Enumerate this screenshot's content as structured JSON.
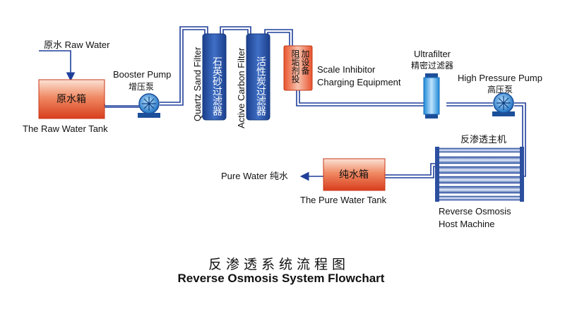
{
  "diagram": {
    "raw_water_input": "原水 Raw Water",
    "raw_tank": {
      "label": "原水箱",
      "caption": "The Raw Water Tank"
    },
    "booster_pump": {
      "label_en": "Booster Pump",
      "label_cn": "增压泵"
    },
    "quartz_filter": {
      "label_en": "Quartz Sand Filter",
      "label_cn": "石英砂过滤器"
    },
    "carbon_filter": {
      "label_en": "Active Carbon Filter",
      "label_cn": "活性炭过滤器"
    },
    "scale_inhibitor": {
      "label_cn_col1": "阻垢剂投",
      "label_cn_col2": "加设备",
      "label_en_1": "Scale Inhibitor",
      "label_en_2": "Charging Equipment"
    },
    "ultrafilter": {
      "label_en": "Ultrafilter",
      "label_cn": "精密过滤器"
    },
    "high_pressure_pump": {
      "label_en": "High Pressure Pump",
      "label_cn": "高压泵"
    },
    "ro_machine": {
      "label_cn": "反渗透主机",
      "label_en_1": "Reverse Osmosis",
      "label_en_2": "Host Machine"
    },
    "pure_tank": {
      "label": "纯水箱",
      "caption": "The Pure Water Tank"
    },
    "pure_water_output": "Pure Water 纯水"
  },
  "title": {
    "cn": "反渗透系统流程图",
    "en": "Reverse Osmosis System Flowchart"
  },
  "colors": {
    "pipe": "#1f3f9a",
    "tank_top": "#f6c9b5",
    "tank_bottom": "#e14a2a",
    "filter": "#2a57a8",
    "pump": "#1f78c8",
    "ro_tube": "#4a6fc0"
  }
}
